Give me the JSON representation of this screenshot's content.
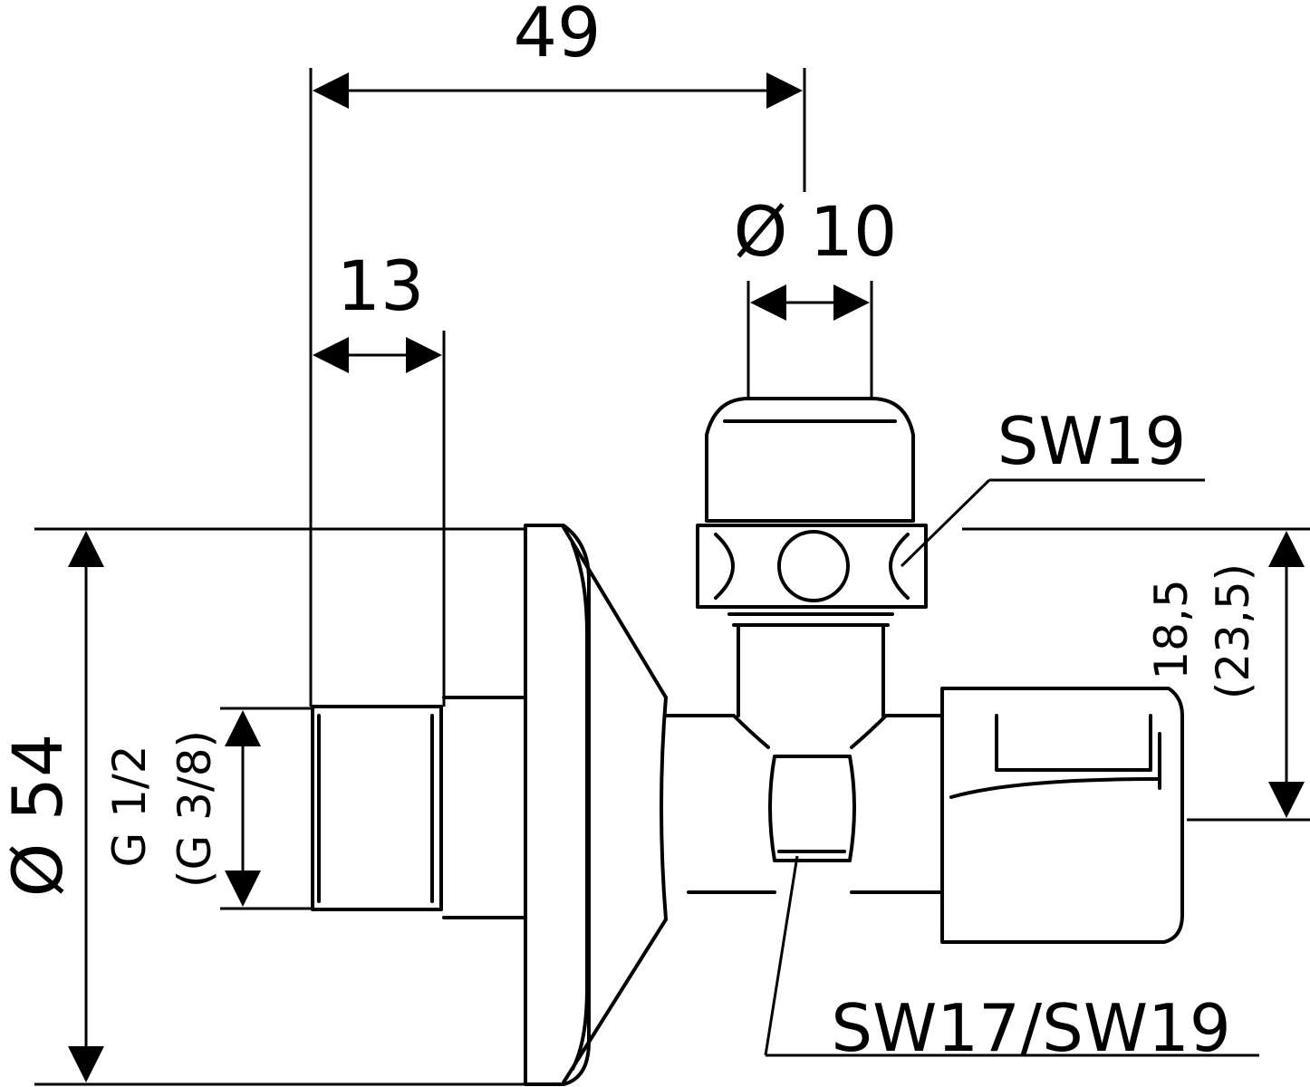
{
  "dimensions": {
    "overall_length": "49",
    "thread_length": "13",
    "outlet_diameter": "Ø 10",
    "rosette_diameter": "Ø 54",
    "thread_size": "G 1/2",
    "thread_size_alt": "(G 3/8)",
    "outlet_height": "18,5",
    "outlet_height_alt": "(23,5)"
  },
  "callouts": {
    "handle_wrench": "SW19",
    "nut_wrench": "SW17/SW19"
  }
}
